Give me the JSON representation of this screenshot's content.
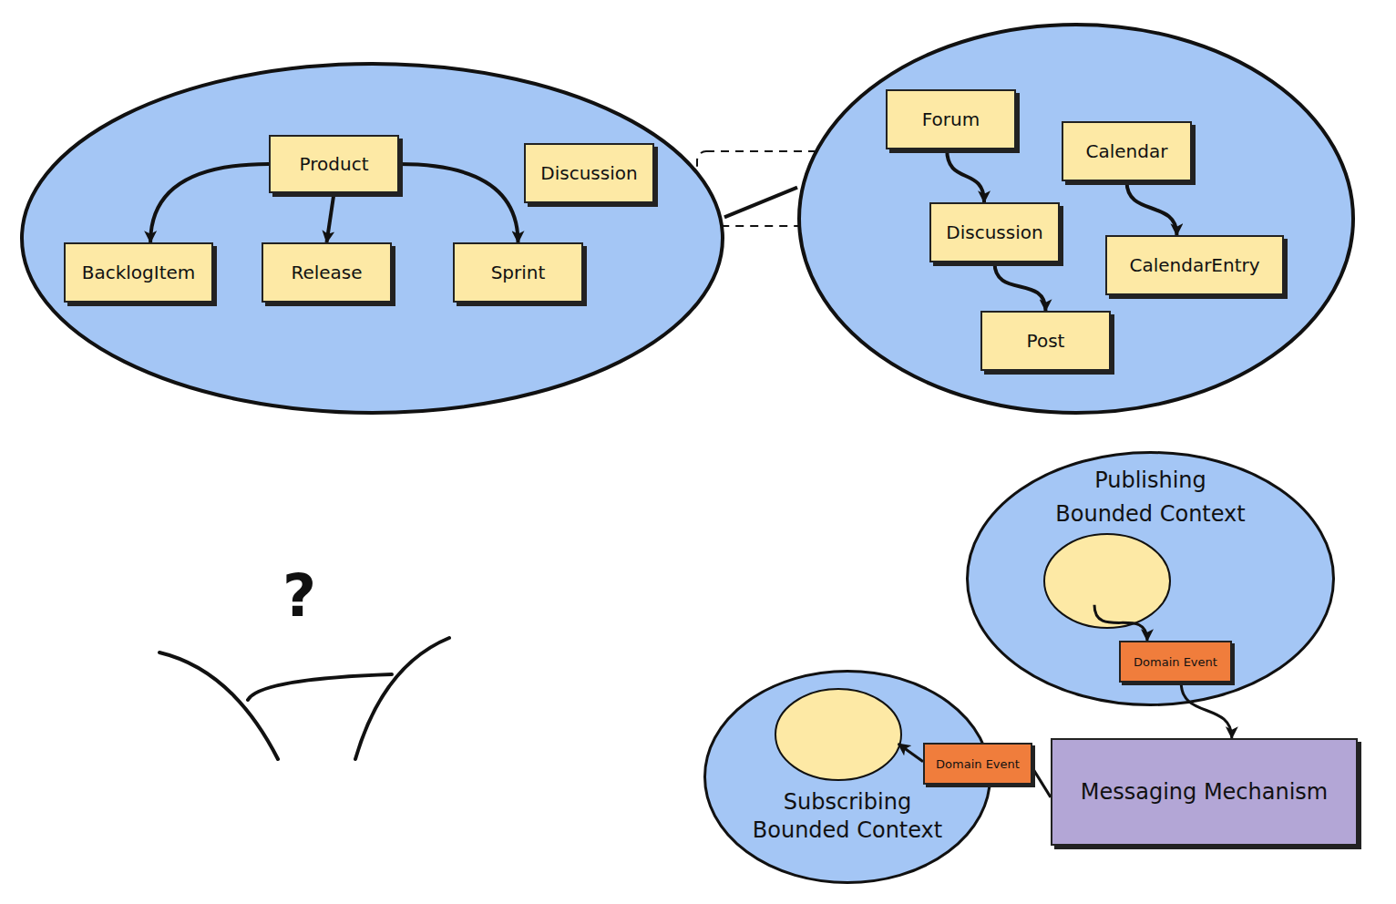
{
  "diagram": {
    "nodes": [
      {
        "text": []
      },
      {
        "text": [
          "Product"
        ],
        "in": 0
      },
      {
        "text": [
          "Discussion"
        ],
        "in": 0
      },
      {
        "text": [
          "BacklogItem"
        ],
        "in": 0
      },
      {
        "text": [
          "Release"
        ],
        "in": 0
      },
      {
        "text": [
          "Sprint"
        ],
        "in": 0
      },
      {
        "text": []
      },
      {
        "text": [
          "Forum"
        ],
        "in": 6
      },
      {
        "text": [
          "Calendar"
        ],
        "in": 6
      },
      {
        "text": [
          "Discussion"
        ],
        "in": 6
      },
      {
        "text": [
          "CalendarEntry"
        ],
        "in": 6
      },
      {
        "text": [
          "Post"
        ],
        "in": 6
      },
      {
        "text": [
          "Publishing Bounded Context"
        ]
      },
      {
        "text": [],
        "in": 12
      },
      {
        "text": [
          "Domain Event"
        ],
        "in": 12
      },
      {
        "text": [
          "Messaging Mechanism"
        ]
      },
      {
        "text": [
          "Subscribing Bounded Context"
        ]
      },
      {
        "text": [],
        "in": 16
      },
      {
        "text": [
          "Domain Event"
        ],
        "in": 16
      }
    ],
    "edges": [
      {
        "from": 1,
        "to": 3,
        "arrow": "to"
      },
      {
        "from": 1,
        "to": 4,
        "arrow": "to"
      },
      {
        "from": 1,
        "to": 5,
        "arrow": "to"
      },
      {
        "from": 0,
        "to": 6,
        "arrow": "none"
      },
      {
        "from": 7,
        "to": 9,
        "arrow": "to"
      },
      {
        "from": 9,
        "to": 11,
        "arrow": "to"
      },
      {
        "from": 8,
        "to": 10,
        "arrow": "to"
      },
      {
        "from": 13,
        "to": 14,
        "arrow": "to"
      },
      {
        "from": 14,
        "to": 15,
        "arrow": "to"
      },
      {
        "from": 15,
        "to": 18,
        "arrow": "none"
      },
      {
        "from": 18,
        "to": 17,
        "arrow": "to"
      }
    ],
    "labels": [
      "?"
    ]
  }
}
